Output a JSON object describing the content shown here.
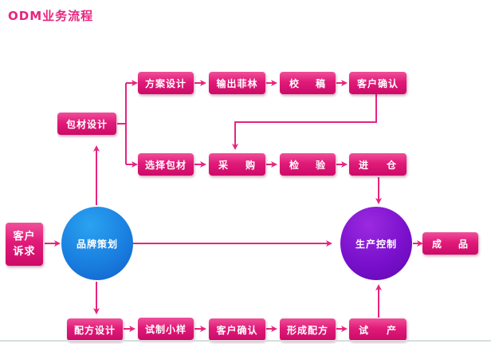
{
  "title": "ODM业务流程",
  "nodes": {
    "customer_request": {
      "line1": "客户",
      "line2": "诉求"
    },
    "brand_planning": "品牌策划",
    "production_control": "生产控制",
    "finished_product": {
      "a": "成",
      "b": "品"
    },
    "packaging_design": "包材设计",
    "top_row": [
      "方案设计",
      "输出菲林"
    ],
    "proofread": {
      "a": "校",
      "b": "稿"
    },
    "customer_confirm_top": "客户确认",
    "select_packaging": "选择包材",
    "purchase": {
      "a": "采",
      "b": "购"
    },
    "inspect": {
      "a": "检",
      "b": "验"
    },
    "warehouse": {
      "a": "进",
      "b": "仓"
    },
    "bottom_row": [
      "配方设计",
      "试制小样",
      "客户确认",
      "形成配方"
    ],
    "trial_production": {
      "a": "试",
      "b": "产"
    }
  },
  "colors": {
    "accent": "#e8247f",
    "box": "#e01a78",
    "blue_circle": "#1a7fe0",
    "purple_circle": "#7a10cc"
  }
}
